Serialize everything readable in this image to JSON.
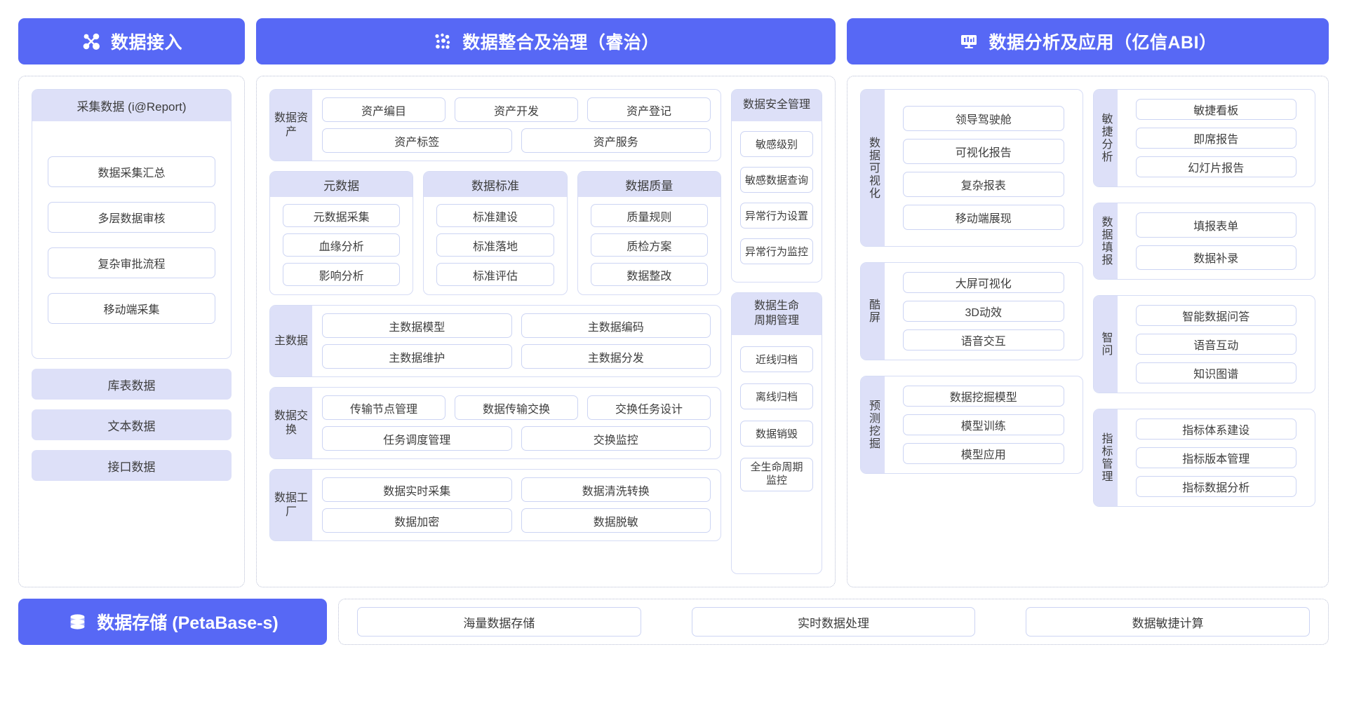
{
  "headers": {
    "ingest": {
      "label": "数据接入",
      "icon": "nodes-network-icon"
    },
    "govern": {
      "label": "数据整合及治理（睿治）",
      "icon": "dots-cluster-icon"
    },
    "analysis": {
      "label": "数据分析及应用（亿信ABI）",
      "icon": "monitor-chart-icon"
    }
  },
  "ingest": {
    "card": {
      "title": "采集数据 (i@Report)",
      "items": [
        "数据采集汇总",
        "多层数据审核",
        "复杂审批流程",
        "移动端采集"
      ]
    },
    "sources": [
      "库表数据",
      "文本数据",
      "接口数据"
    ]
  },
  "govern": {
    "asset": {
      "label": "数据资产",
      "row1": [
        "资产编目",
        "资产开发",
        "资产登记"
      ],
      "row2": [
        "资产标签",
        "资产服务"
      ]
    },
    "triple": [
      {
        "title": "元数据",
        "items": [
          "元数据采集",
          "血缘分析",
          "影响分析"
        ]
      },
      {
        "title": "数据标准",
        "items": [
          "标准建设",
          "标准落地",
          "标准评估"
        ]
      },
      {
        "title": "数据质量",
        "items": [
          "质量规则",
          "质检方案",
          "数据整改"
        ]
      }
    ],
    "master": {
      "label": "主数据",
      "row1": [
        "主数据模型",
        "主数据编码"
      ],
      "row2": [
        "主数据维护",
        "主数据分发"
      ]
    },
    "exchange": {
      "label": "数据交换",
      "row1": [
        "传输节点管理",
        "数据传输交换",
        "交换任务设计"
      ],
      "row2": [
        "任务调度管理",
        "交换监控"
      ]
    },
    "factory": {
      "label": "数据工厂",
      "row1": [
        "数据实时采集",
        "数据清洗转换"
      ],
      "row2": [
        "数据加密",
        "数据脱敏"
      ]
    },
    "security": {
      "title": "数据安全管理",
      "items": [
        "敏感级别",
        "敏感数据查询",
        "异常行为设置",
        "异常行为监控"
      ]
    },
    "lifecycle": {
      "title": "数据生命\n周期管理",
      "title_line1": "数据生命",
      "title_line2": "周期管理",
      "items": [
        "近线归档",
        "离线归档",
        "数据销毁",
        "全生命周期监控"
      ],
      "item4_line1": "全生命周期",
      "item4_line2": "监控"
    }
  },
  "analysis": {
    "left": [
      {
        "label": "数据可视化",
        "items": [
          "领导驾驶舱",
          "可视化报告",
          "复杂报表",
          "移动端展现"
        ]
      },
      {
        "label": "酷屏",
        "items": [
          "大屏可视化",
          "3D动效",
          "语音交互"
        ]
      },
      {
        "label": "预测挖掘",
        "items": [
          "数据挖掘模型",
          "模型训练",
          "模型应用"
        ]
      }
    ],
    "right": [
      {
        "label": "敏捷分析",
        "items": [
          "敏捷看板",
          "即席报告",
          "幻灯片报告"
        ]
      },
      {
        "label": "数据填报",
        "items": [
          "填报表单",
          "数据补录"
        ]
      },
      {
        "label": "智问",
        "items": [
          "智能数据问答",
          "语音互动",
          "知识图谱"
        ]
      },
      {
        "label": "指标管理",
        "items": [
          "指标体系建设",
          "指标版本管理",
          "指标数据分析"
        ]
      }
    ]
  },
  "storage": {
    "title": "数据存储 (PetaBase-s)",
    "icon": "database-icon",
    "items": [
      "海量数据存储",
      "实时数据处理",
      "数据敏捷计算"
    ]
  },
  "colors": {
    "brand": "#5768f5",
    "lavender": "#dde0f8",
    "chip_border": "#ccd4f3",
    "dotted_border": "#b9bfd4",
    "text": "#3d3d3d"
  }
}
